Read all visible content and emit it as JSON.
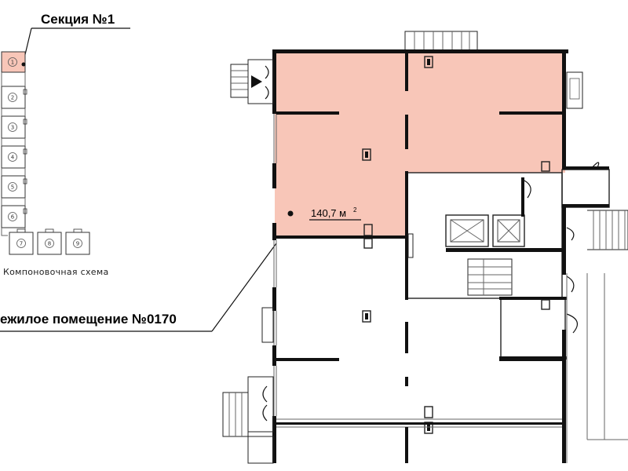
{
  "section_label": "Секция №1",
  "scheme_label": "Компоновочная схема",
  "premises_label": "ежилое помещение №0170",
  "area_value": "140,7 м",
  "area_unit_exponent": "2",
  "sections": [
    {
      "num": "1",
      "highlighted": true
    },
    {
      "num": "2",
      "highlighted": false
    },
    {
      "num": "3",
      "highlighted": false
    },
    {
      "num": "4",
      "highlighted": false
    },
    {
      "num": "5",
      "highlighted": false
    },
    {
      "num": "6",
      "highlighted": false
    },
    {
      "num": "7",
      "highlighted": false
    },
    {
      "num": "8",
      "highlighted": false
    },
    {
      "num": "9",
      "highlighted": false
    }
  ],
  "colors": {
    "highlight_fill": "#f8c6b8",
    "wall": "#111111",
    "leader_line": "#333333"
  }
}
